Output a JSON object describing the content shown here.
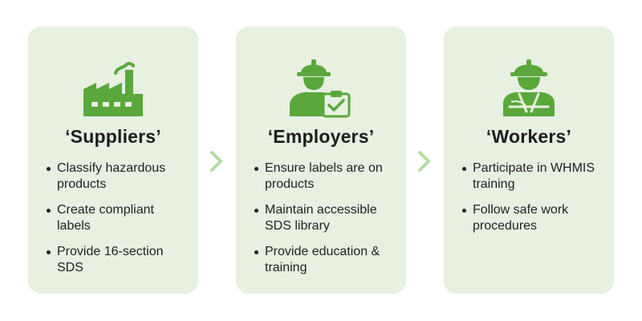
{
  "colors": {
    "card_background": "#e7f0e1",
    "icon_green": "#5aa83c",
    "chevron": "#b8d9a4",
    "text": "#1f1f1f"
  },
  "columns": [
    {
      "icon": "factory-icon",
      "title": "‘Suppliers’",
      "bullets": [
        "Classify hazardous products",
        "Create compliant labels",
        "Provide 16-section SDS"
      ]
    },
    {
      "icon": "worker-clipboard-icon",
      "title": "‘Employers’",
      "bullets": [
        "Ensure labels are on products",
        "Maintain accessible SDS library",
        "Provide education & training"
      ]
    },
    {
      "icon": "worker-vest-icon",
      "title": "‘Workers’",
      "bullets": [
        "Participate in WHMIS training",
        "Follow safe work procedures"
      ]
    }
  ],
  "connectors": [
    "chevron-right-icon",
    "chevron-right-icon"
  ]
}
